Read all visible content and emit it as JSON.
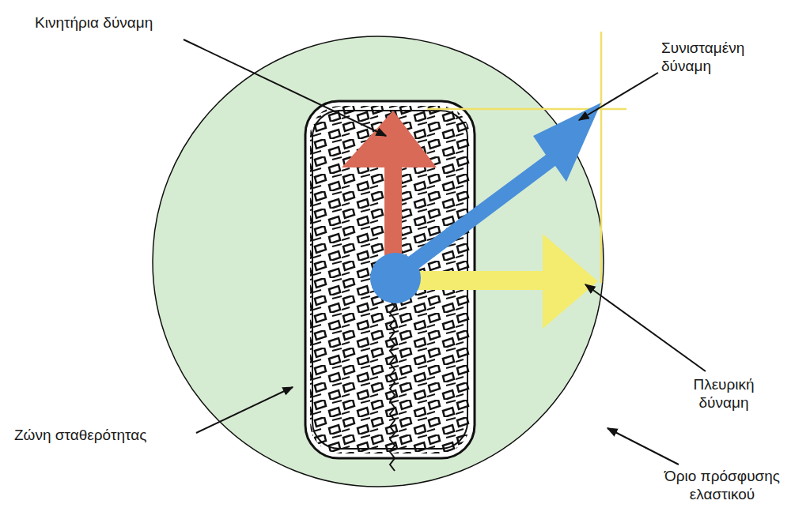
{
  "diagram": {
    "labels": [
      "Κινητήρια δύναμη",
      "Συνισταμένη δύναμη",
      "Πλευρική δύναμη",
      "Ζώνη σταθερότητας",
      "Όριο πρόσφυσης ελαστικού"
    ]
  }
}
